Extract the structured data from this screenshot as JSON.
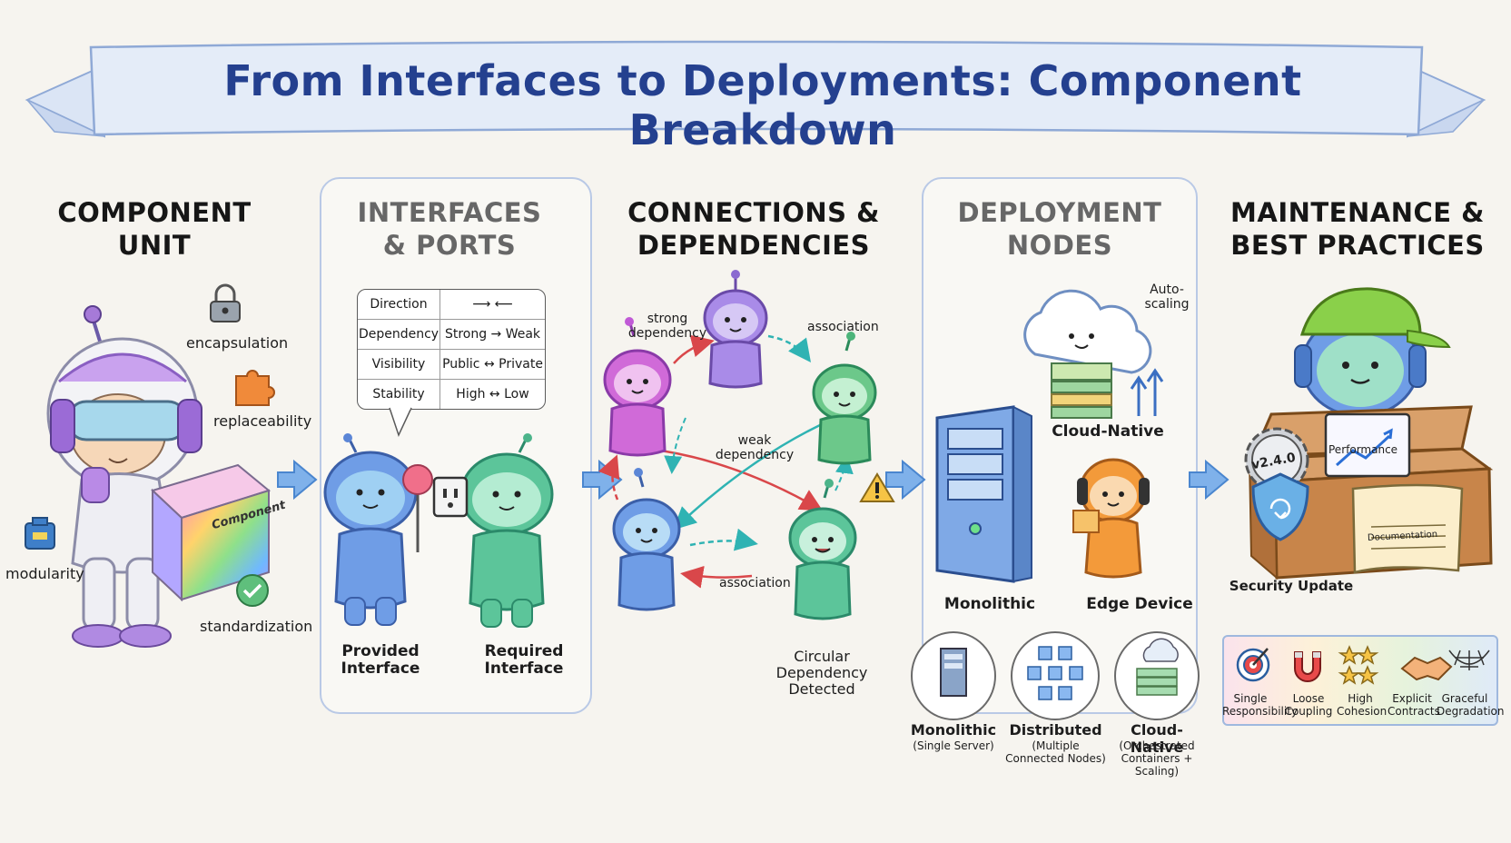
{
  "banner": {
    "title": "From Interfaces to Deployments: Component Breakdown"
  },
  "sections": {
    "component_unit": {
      "title_line1": "COMPONENT",
      "title_line2": "UNIT"
    },
    "interfaces_ports": {
      "title_line1": "INTERFACES",
      "title_line2": "& PORTS"
    },
    "connections": {
      "title_line1": "CONNECTIONS &",
      "title_line2": "DEPENDENCIES"
    },
    "deployment": {
      "title_line1": "DEPLOYMENT",
      "title_line2": "NODES"
    },
    "maintenance": {
      "title_line1": "MAINTENANCE &",
      "title_line2": "BEST PRACTICES"
    }
  },
  "component_unit": {
    "cube_label": "Component",
    "properties": {
      "encapsulation": "encapsulation",
      "replaceability": "replaceability",
      "modularity": "modularity",
      "standardization": "standardization"
    }
  },
  "interfaces": {
    "table": [
      {
        "key": "Direction",
        "value": "⟶ ⟵"
      },
      {
        "key": "Dependency",
        "value": "Strong → Weak"
      },
      {
        "key": "Visibility",
        "value": "Public ↔ Private"
      },
      {
        "key": "Stability",
        "value": "High ↔ Low"
      }
    ],
    "provided_line1": "Provided",
    "provided_line2": "Interface",
    "required_line1": "Required",
    "required_line2": "Interface"
  },
  "connections": {
    "strong_line1": "strong",
    "strong_line2": "dependency",
    "association_top": "association",
    "weak_line1": "weak",
    "weak_line2": "dependency",
    "association_bottom": "association",
    "circular_line1": "Circular",
    "circular_line2": "Dependency",
    "circular_line3": "Detected"
  },
  "deployment": {
    "autoscaling_line1": "Auto-",
    "autoscaling_line2": "scaling",
    "cloud_native": "Cloud-Native",
    "monolithic": "Monolithic",
    "edge_device": "Edge Device",
    "bubbles": [
      {
        "title": "Monolithic",
        "sub1": "(Single Server)",
        "sub2": "",
        "sub3": ""
      },
      {
        "title": "Distributed",
        "sub1": "(Multiple",
        "sub2": "Connected Nodes)",
        "sub3": ""
      },
      {
        "title": "Cloud-Native",
        "sub1": "(Orchestrated",
        "sub2": "Containers +",
        "sub3": "Scaling)"
      }
    ]
  },
  "maintenance": {
    "version": "v2.4.0",
    "performance": "Performance",
    "documentation": "Documentation",
    "security_update": "Security Update",
    "practices": [
      {
        "line1": "Single",
        "line2": "Responsibility"
      },
      {
        "line1": "Loose",
        "line2": "Coupling"
      },
      {
        "line1": "High",
        "line2": "Cohesion"
      },
      {
        "line1": "Explicit",
        "line2": "Contracts"
      },
      {
        "line1": "Graceful",
        "line2": "Degradation"
      }
    ]
  },
  "colors": {
    "title_blue": "#24408f",
    "banner_fill": "#e4ecf8",
    "panel_border": "#b9c9e6",
    "arrow_blue": "#5b9ae0",
    "strong_red": "#d9474a",
    "assoc_teal": "#2fb3b3"
  }
}
